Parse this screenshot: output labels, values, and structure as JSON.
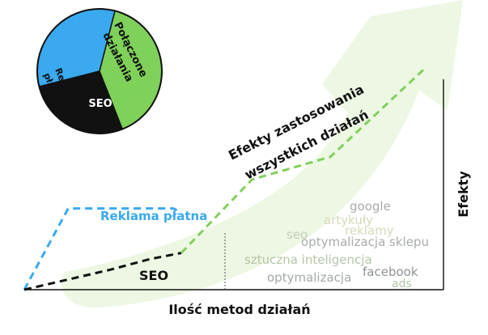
{
  "chart_data": [
    {
      "type": "pie",
      "slices": [
        {
          "label_lines": [
            "Reklama",
            "płatna"
          ],
          "value": 33,
          "color": "#3aa9f0"
        },
        {
          "label_lines": [
            "SEO"
          ],
          "value": 27,
          "color": "#111111"
        },
        {
          "label_lines": [
            "Połączone",
            "działania"
          ],
          "value": 40,
          "color": "#7fd15a"
        }
      ]
    },
    {
      "type": "line",
      "xlabel": "Ilość metod działań",
      "ylabel": "Efekty",
      "series": [
        {
          "name": "Reklama płatna",
          "color": "#3aa9f0",
          "points": [
            [
              0,
              0
            ],
            [
              0.28,
              0.93
            ],
            [
              0.95,
              0.93
            ],
            [
              1.0,
              0.88
            ]
          ]
        },
        {
          "name": "SEO",
          "color": "#111111",
          "points": [
            [
              0,
              0
            ],
            [
              0.55,
              0.23
            ],
            [
              0.8,
              0.35
            ],
            [
              1.0,
              0.42
            ]
          ]
        },
        {
          "name": "Efekty zastosowania wszystkich działań",
          "color": "#7fd15a",
          "points": [
            [
              1.0,
              0.42
            ],
            [
              1.45,
              1.26
            ],
            [
              1.95,
              1.52
            ],
            [
              2.55,
              2.53
            ]
          ]
        }
      ],
      "annotations": {
        "combined_lines": [
          "Efekty zastosowania",
          "wszystkich działań"
        ],
        "seo_label": "SEO",
        "paid_label": "Reklama płatna"
      }
    }
  ],
  "word_cloud": [
    {
      "text": "google",
      "color": "#a9acac"
    },
    {
      "text": "artykuły",
      "color": "#d7d9b8"
    },
    {
      "text": "reklamy",
      "color": "#d7d9b8"
    },
    {
      "text": "seo",
      "color": "#c6ccbd"
    },
    {
      "text": "optymalizacja sklepu",
      "color": "#a9acac"
    },
    {
      "text": "sztuczna inteligencja",
      "color": "#b4c6a6"
    },
    {
      "text": "optymalizacja",
      "color": "#a3a9ab"
    },
    {
      "text": "facebook",
      "color": "#8e9396"
    },
    {
      "text": "ads",
      "color": "#b4c6a6"
    }
  ],
  "colors": {
    "arrow": "#edf7e3",
    "axis": "#111111",
    "seo_guide": "#555555"
  }
}
